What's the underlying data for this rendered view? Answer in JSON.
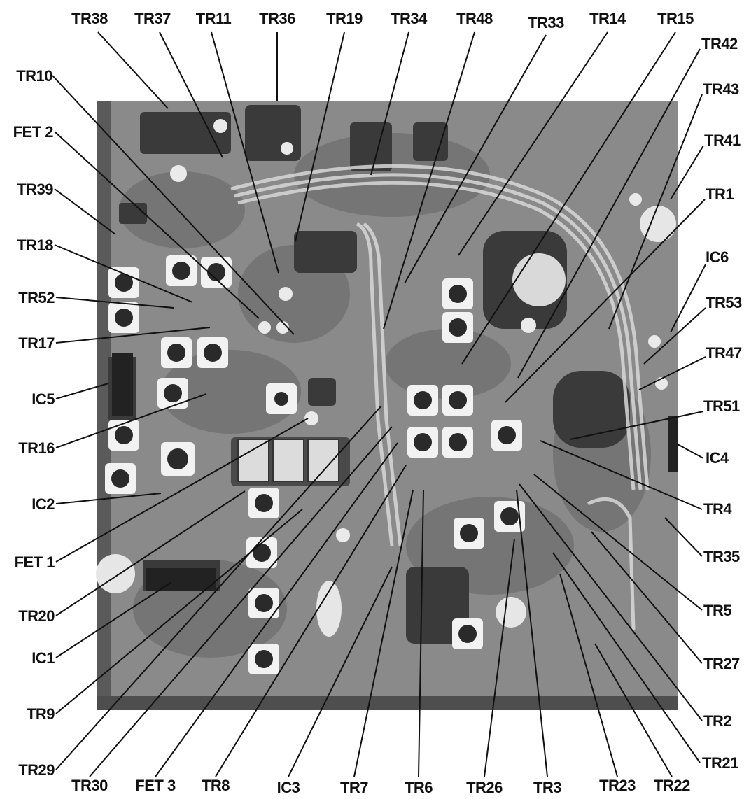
{
  "figure": {
    "colors": {
      "board": "#8a8a8a",
      "board_dark": "#3a3a3a",
      "trimmer_pad": "#f2f2f2",
      "trimmer_core": "#2a2a2a",
      "label": "#111111",
      "background": "#ffffff"
    }
  },
  "labels": {
    "top": [
      {
        "id": "tr38",
        "text": "TR38"
      },
      {
        "id": "tr37",
        "text": "TR37"
      },
      {
        "id": "tr11",
        "text": "TR11"
      },
      {
        "id": "tr36",
        "text": "TR36"
      },
      {
        "id": "tr19",
        "text": "TR19"
      },
      {
        "id": "tr34",
        "text": "TR34"
      },
      {
        "id": "tr48",
        "text": "TR48"
      },
      {
        "id": "tr33",
        "text": "TR33"
      },
      {
        "id": "tr14",
        "text": "TR14"
      },
      {
        "id": "tr15",
        "text": "TR15"
      }
    ],
    "left": [
      {
        "id": "tr10",
        "text": "TR10"
      },
      {
        "id": "fet2",
        "text": "FET 2"
      },
      {
        "id": "tr39",
        "text": "TR39"
      },
      {
        "id": "tr18",
        "text": "TR18"
      },
      {
        "id": "tr52",
        "text": "TR52"
      },
      {
        "id": "tr17",
        "text": "TR17"
      },
      {
        "id": "ic5",
        "text": "IC5"
      },
      {
        "id": "tr16",
        "text": "TR16"
      },
      {
        "id": "ic2",
        "text": "IC2"
      },
      {
        "id": "fet1",
        "text": "FET 1"
      },
      {
        "id": "tr20",
        "text": "TR20"
      },
      {
        "id": "ic1",
        "text": "IC1"
      },
      {
        "id": "tr9",
        "text": "TR9"
      },
      {
        "id": "tr29",
        "text": "TR29"
      }
    ],
    "right": [
      {
        "id": "tr42",
        "text": "TR42"
      },
      {
        "id": "tr43",
        "text": "TR43"
      },
      {
        "id": "tr41",
        "text": "TR41"
      },
      {
        "id": "tr1",
        "text": "TR1"
      },
      {
        "id": "ic6",
        "text": "IC6"
      },
      {
        "id": "tr53",
        "text": "TR53"
      },
      {
        "id": "tr47",
        "text": "TR47"
      },
      {
        "id": "tr51",
        "text": "TR51"
      },
      {
        "id": "ic4",
        "text": "IC4"
      },
      {
        "id": "tr4",
        "text": "TR4"
      },
      {
        "id": "tr35",
        "text": "TR35"
      },
      {
        "id": "tr5",
        "text": "TR5"
      },
      {
        "id": "tr27",
        "text": "TR27"
      },
      {
        "id": "tr2",
        "text": "TR2"
      },
      {
        "id": "tr21",
        "text": "TR21"
      }
    ],
    "bottom": [
      {
        "id": "tr30",
        "text": "TR30"
      },
      {
        "id": "fet3",
        "text": "FET 3"
      },
      {
        "id": "tr8",
        "text": "TR8"
      },
      {
        "id": "ic3",
        "text": "IC3"
      },
      {
        "id": "tr7",
        "text": "TR7"
      },
      {
        "id": "tr6",
        "text": "TR6"
      },
      {
        "id": "tr26",
        "text": "TR26"
      },
      {
        "id": "tr3",
        "text": "TR3"
      },
      {
        "id": "tr23",
        "text": "TR23"
      },
      {
        "id": "tr22",
        "text": "TR22"
      }
    ]
  }
}
